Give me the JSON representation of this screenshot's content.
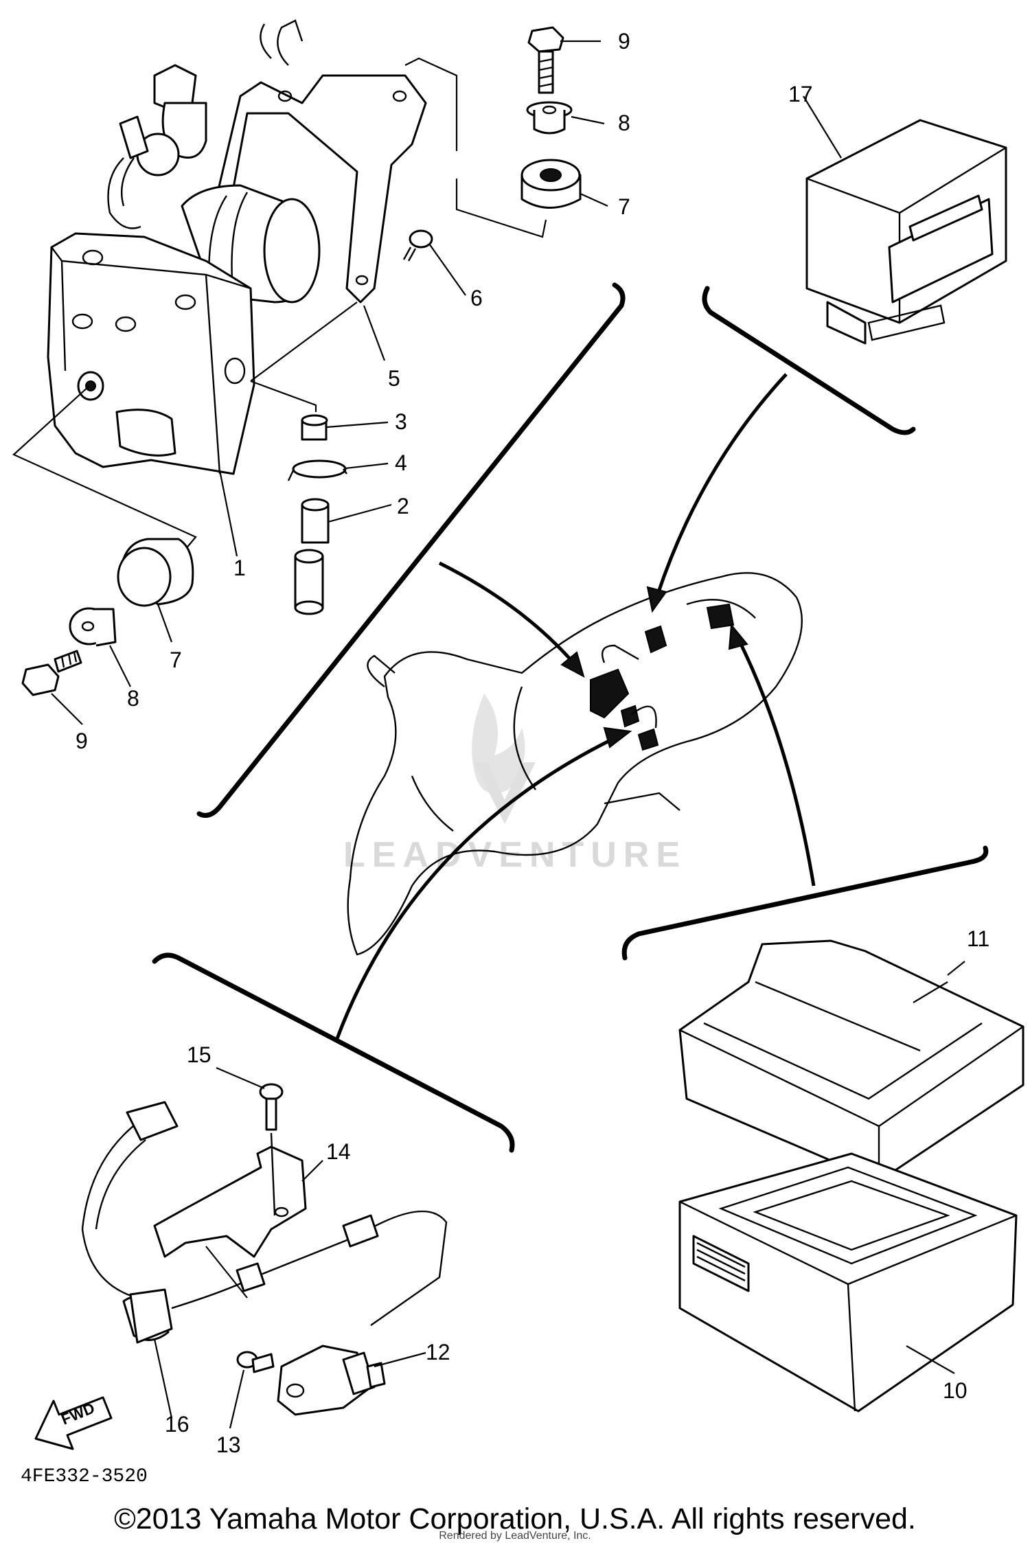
{
  "diagram": {
    "code": "4FE332-3520",
    "fwd_label": "FWD",
    "watermark": "LEADVENTURE",
    "callouts": {
      "c1": "1",
      "c2": "2",
      "c3": "3",
      "c4": "4",
      "c5": "5",
      "c6": "6",
      "c7a": "7",
      "c7b": "7",
      "c8a": "8",
      "c8b": "8",
      "c9a": "9",
      "c9b": "9",
      "c10": "10",
      "c11": "11",
      "c12": "12",
      "c13": "13",
      "c14": "14",
      "c15": "15",
      "c16": "16",
      "c17": "17"
    }
  },
  "footer": {
    "copyright": "©2013 Yamaha Motor Corporation, U.S.A. All rights reserved.",
    "rendered_by": "Rendered by LeadVenture, Inc."
  }
}
